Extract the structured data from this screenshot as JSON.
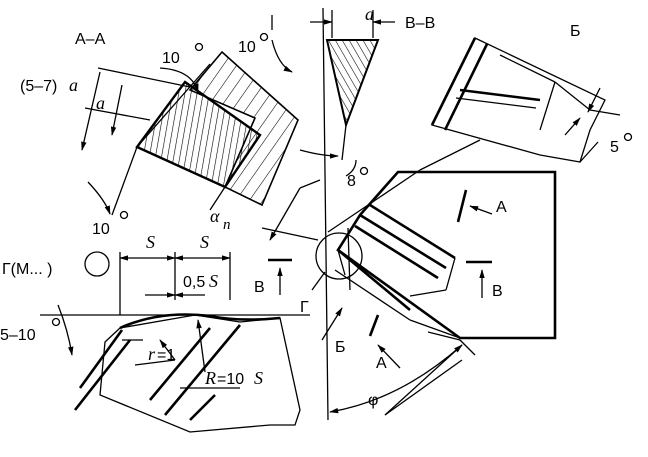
{
  "labels": {
    "section_aa": "А–А",
    "section_bb": "В–В",
    "view_b": "Б",
    "angle_10_top": "10",
    "angle_10_left": "10",
    "angle_10_bottom": "10",
    "angle_8": "8",
    "angle_5": "5",
    "angle_5_10": "5–10",
    "a_top": "a",
    "a_left": "a",
    "a_5_7": "(5–7)",
    "a_5_7_var": "a",
    "alpha_n": "α",
    "alpha_n_sub": "n",
    "arrow_A_upper": "А",
    "arrow_A_lower": "А",
    "arrow_B_left": "В",
    "arrow_B_right": "В",
    "arrow_b_lower": "Б",
    "gamma": "Г",
    "gamma_m": "Г(М... )",
    "s1": "S",
    "s2": "S",
    "half_s": "0,5",
    "half_s_var": "S",
    "r1": "r",
    "r1_val": "=1",
    "r10": "R",
    "r10_val": "=10",
    "r10_var": "S",
    "phi": "φ"
  }
}
